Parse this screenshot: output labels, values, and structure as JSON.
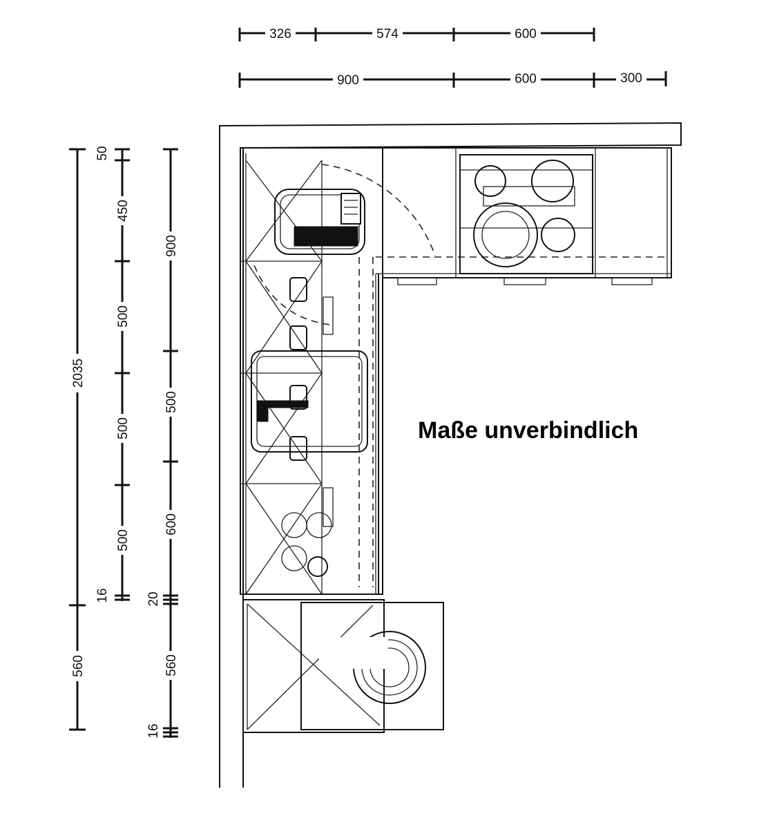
{
  "top_dimensions": {
    "row1": [
      "326",
      "574",
      "600"
    ],
    "row2": [
      "900",
      "600",
      "300"
    ]
  },
  "left_dimensions": {
    "outer_total": "2035",
    "outer_bottom": "560",
    "col1": [
      "50",
      "450",
      "500",
      "500",
      "500",
      "16"
    ],
    "col2": [
      "900",
      "500",
      "600",
      "20",
      "560",
      "16"
    ]
  },
  "note": "Maße unverbindlich"
}
